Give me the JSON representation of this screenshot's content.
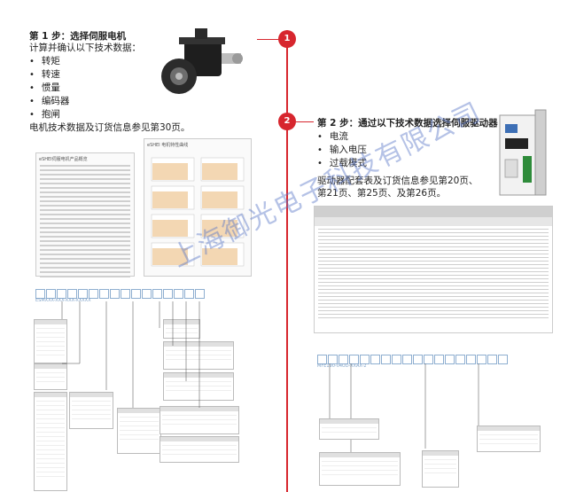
{
  "step1": {
    "title": "第 1 步：选择伺服电机",
    "intro": "计算并确认以下技术数据：",
    "items": [
      "转矩",
      "转速",
      "惯量",
      "编码器",
      "抱闸"
    ],
    "footer": "电机技术数据及订货信息参见第30页。"
  },
  "step2": {
    "title": "第 2 步：通过以下技术数据选择伺服驱动器",
    "items": [
      "电流",
      "输入电压",
      "过载模式"
    ],
    "footer_line1": "驱动器配套表及订货信息参见第20页、",
    "footer_line2": "第21页、第25页、及第26页。"
  },
  "markers": [
    "1",
    "2"
  ],
  "doc_titles": [
    "eSHEI伺服电机产品概览",
    "eSHEI 电机特性曲线"
  ],
  "motor_code": "ESMXXX-XXX-XXX-XXXXX",
  "drive_code": "MFE190-04UD-XXAX-2",
  "watermark": "上海御光电子科技有限公司",
  "colors": {
    "accent": "#d7262e",
    "code_blue": "#7fa2c8"
  }
}
